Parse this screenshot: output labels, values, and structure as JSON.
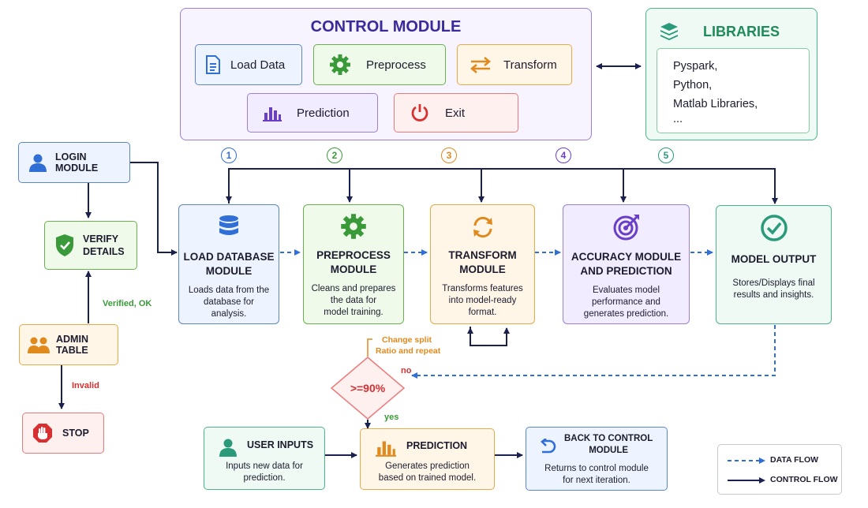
{
  "control_module": {
    "title": "CONTROL MODULE",
    "buttons": [
      {
        "label": "Load Data",
        "icon": "document-icon"
      },
      {
        "label": "Preprocess",
        "icon": "gear-icon"
      },
      {
        "label": "Transform",
        "icon": "swap-arrows-icon"
      },
      {
        "label": "Prediction",
        "icon": "bar-chart-icon"
      },
      {
        "label": "Exit",
        "icon": "power-icon"
      }
    ]
  },
  "libraries": {
    "title": "LIBRARIES",
    "icon": "layers-icon",
    "items": [
      "Pyspark,",
      "Python,",
      "Matlab Libraries,",
      "..."
    ]
  },
  "step_numbers": [
    "1",
    "2",
    "3",
    "4",
    "5"
  ],
  "modules": [
    {
      "title_line1": "LOAD DATABASE",
      "title_line2": "MODULE",
      "desc_line1": "Loads data from the",
      "desc_line2": "database for analysis.",
      "desc_line3": "",
      "icon": "database-icon"
    },
    {
      "title_line1": "PREPROCESS",
      "title_line2": "MODULE",
      "desc_line1": "Cleans and prepares",
      "desc_line2": "the data for",
      "desc_line3": "model training.",
      "icon": "gear-icon"
    },
    {
      "title_line1": "TRANSFORM",
      "title_line2": "MODULE",
      "desc_line1": "Transforms features",
      "desc_line2": "into model-ready",
      "desc_line3": "format.",
      "icon": "refresh-icon"
    },
    {
      "title_line1": "ACCURACY MODULE",
      "title_line2": "AND PREDICTION",
      "desc_line1": "Evaluates model",
      "desc_line2": "performance and",
      "desc_line3": "generates prediction.",
      "icon": "target-icon"
    },
    {
      "title_line1": "MODEL OUTPUT",
      "title_line2": "",
      "desc_line1": "Stores/Displays final",
      "desc_line2": "results and insights.",
      "desc_line3": "",
      "icon": "check-circle-icon"
    }
  ],
  "login": {
    "label": "LOGIN MODULE",
    "icon": "user-icon"
  },
  "verify": {
    "line1": "VERIFY",
    "line2": "DETAILS",
    "icon": "shield-check-icon"
  },
  "admin": {
    "label": "ADMIN TABLE",
    "icon": "users-icon"
  },
  "stop": {
    "label": "STOP",
    "icon": "stop-hand-icon"
  },
  "labels": {
    "verified": "Verified, OK",
    "invalid": "Invalid",
    "change_line1": "Change split",
    "change_line2": "Ratio and repeat",
    "no": "no",
    "yes": "yes"
  },
  "decision": {
    "label": ">=90%"
  },
  "user_inputs": {
    "title": "USER INPUTS",
    "desc_line1": "Inputs new data for",
    "desc_line2": "prediction.",
    "icon": "user-icon"
  },
  "prediction": {
    "title": "PREDICTION",
    "desc_line1": "Generates prediction",
    "desc_line2": "based on trained model.",
    "icon": "bar-chart-icon"
  },
  "back_to_control": {
    "title_line1": "BACK TO CONTROL",
    "title_line2": "MODULE",
    "desc_line1": "Returns to control module",
    "desc_line2": "for next iteration.",
    "icon": "return-arrow-icon"
  },
  "legend": {
    "data_flow": "DATA FLOW",
    "control_flow": "CONTROL FLOW"
  },
  "colors": {
    "navy": "#1a2050",
    "blue": "#2f6fd6",
    "green": "#3a9a3a",
    "orange": "#e08a1e",
    "purple": "#6a3fc8",
    "teal": "#2a9a7a",
    "red": "#d83030"
  }
}
